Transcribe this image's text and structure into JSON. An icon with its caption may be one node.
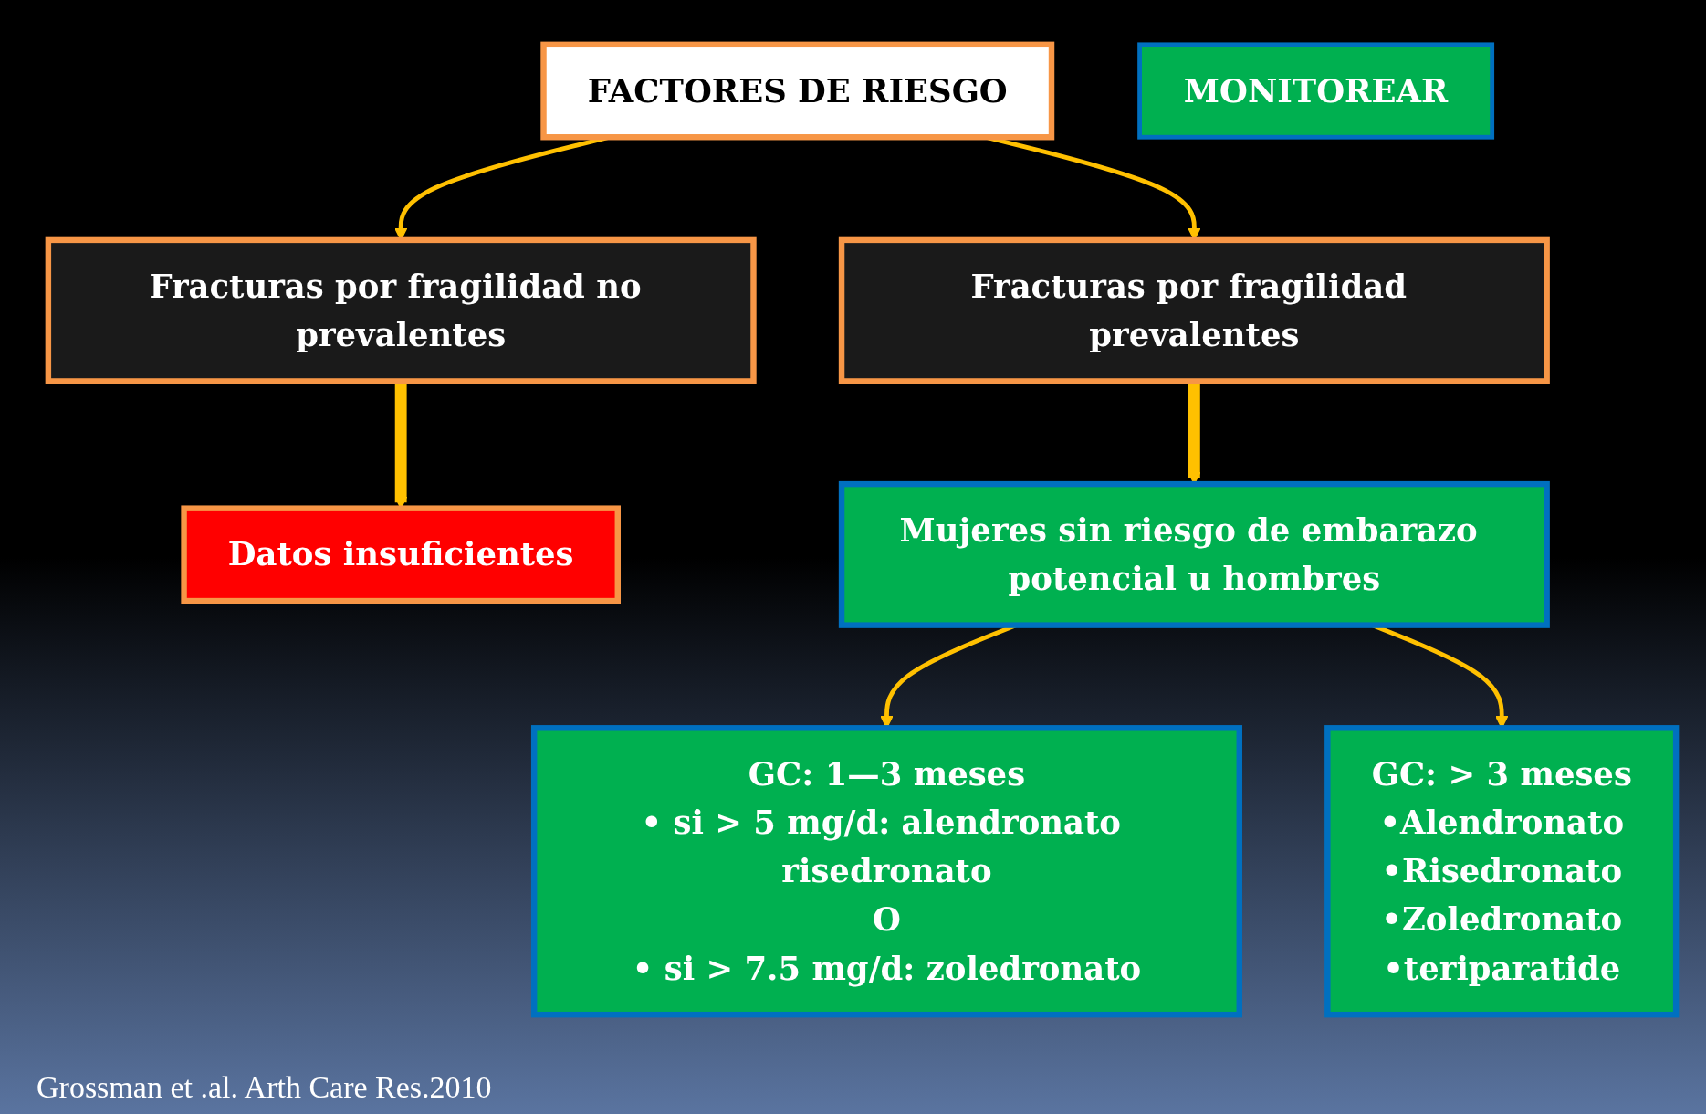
{
  "diagram": {
    "nodes": [
      {
        "text": [
          "FACTORES DE RIESGO"
        ]
      },
      {
        "text": [
          "Fracturas por fragilidad no prevalentes"
        ]
      },
      {
        "text": [
          "Fracturas por fragilidad prevalentes"
        ]
      },
      {
        "text": [
          "Datos insuficientes"
        ]
      },
      {
        "text": [
          "Mujeres sin riesgo de embarazo potencial u hombres"
        ]
      },
      {
        "text": [
          "GC: 1—3 meses",
          "• si > 5 mg/d: alendronato risedronato",
          "O",
          "• si > 7.5 mg/d: zoledronato"
        ]
      },
      {
        "text": [
          "GC: > 3 meses",
          "•Alendronato",
          "•Risedronato",
          "•Zoledronato",
          "•teriparatide"
        ]
      },
      {
        "text": [
          "MONITOREAR"
        ]
      }
    ],
    "edges": [
      {
        "from": 0,
        "to": 1,
        "arrow": "to",
        "color": "#ffc000"
      },
      {
        "from": 0,
        "to": 2,
        "arrow": "to",
        "color": "#ffc000"
      },
      {
        "from": 1,
        "to": 3,
        "arrow": "to",
        "style": "thick",
        "color": "#ffc000"
      },
      {
        "from": 2,
        "to": 4,
        "arrow": "to",
        "style": "thick",
        "color": "#ffc000"
      },
      {
        "from": 4,
        "to": 5,
        "arrow": "to",
        "color": "#ffc000"
      },
      {
        "from": 4,
        "to": 6,
        "arrow": "to",
        "color": "#ffc000"
      }
    ],
    "labels": [
      "Grossman et .al. Arth Care Res.2010"
    ]
  }
}
